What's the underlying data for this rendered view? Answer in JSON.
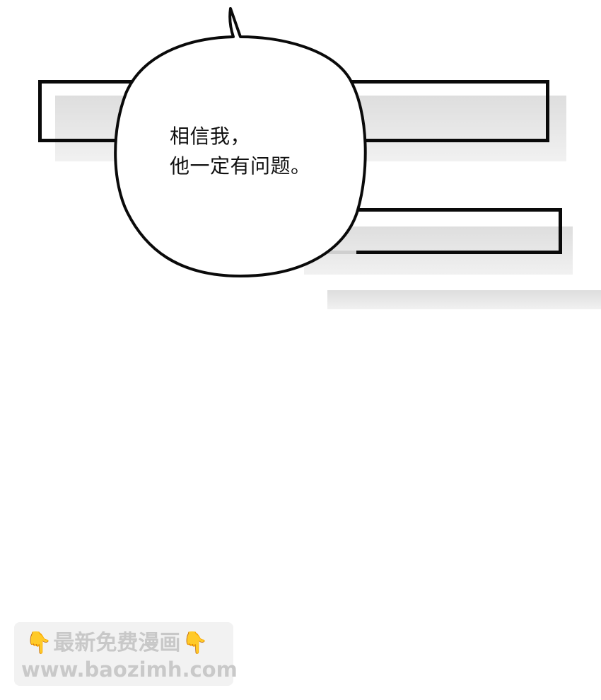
{
  "bubble": {
    "line1": "相信我，",
    "line2": "他一定有问题。"
  },
  "watermark": {
    "hand_left": "👇",
    "title": "最新免费漫画",
    "hand_right": "👇",
    "url": "www.baozimh.com"
  },
  "colors": {
    "ink": "#0a0a0a",
    "shade": "#dedede",
    "watermark_bg": "#f2f2f2",
    "watermark_text": "#c8c8c8"
  }
}
